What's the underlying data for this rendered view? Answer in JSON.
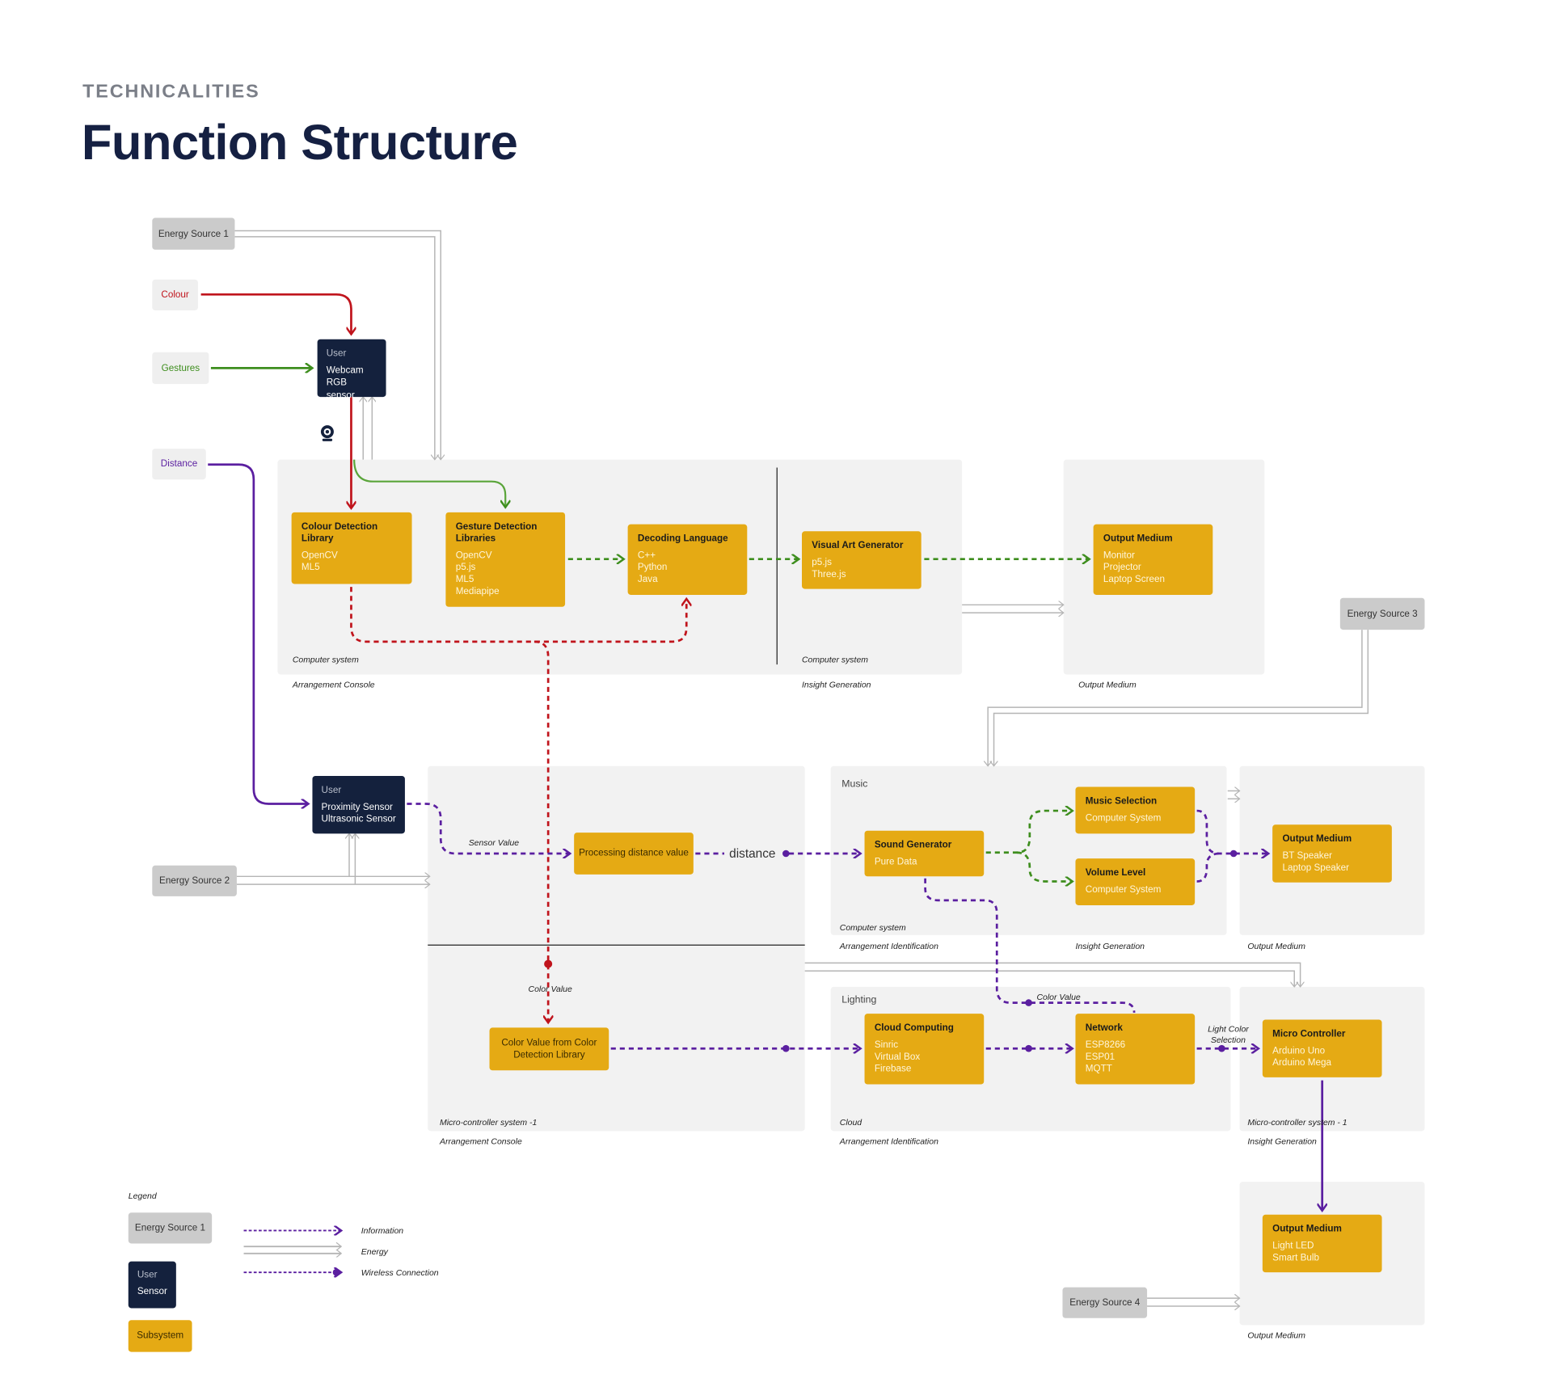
{
  "header": {
    "kicker": "TECHNICALITIES",
    "title": "Function Structure"
  },
  "colors": {
    "subsystem": "#e5aa14",
    "user": "#14213d",
    "energy": "#cbcbcb",
    "panel": "#f2f2f2",
    "information_red": "#c0141c",
    "information_green": "#3e8e1e",
    "information_purple": "#5b1fa0",
    "energy_line": "#b5b5b5"
  },
  "inputs": {
    "energy1": "Energy Source 1",
    "colour": "Colour",
    "gestures": "Gestures",
    "distance": "Distance",
    "energy2": "Energy Source 2",
    "energy3": "Energy Source 3",
    "energy4": "Energy Source 4"
  },
  "users": {
    "webcam": {
      "head": "User",
      "lines": [
        "Webcam",
        "RGB sensor"
      ],
      "icon": "webcam-icon"
    },
    "proximity": {
      "head": "User",
      "lines": [
        "Proximity Sensor",
        "Ultrasonic Sensor"
      ]
    }
  },
  "subsystems": {
    "colour_detection": {
      "title": "Colour Detection Library",
      "lines": [
        "OpenCV",
        "ML5"
      ]
    },
    "gesture_detection": {
      "title": "Gesture Detection Libraries",
      "lines": [
        "OpenCV",
        "p5.js",
        "ML5",
        "Mediapipe"
      ]
    },
    "decoding": {
      "title": "Decoding Language",
      "lines": [
        "C++",
        "Python",
        "Java"
      ]
    },
    "visual_art": {
      "title": "Visual Art Generator",
      "lines": [
        "p5.js",
        "Three.js"
      ]
    },
    "output_visual": {
      "title": "Output Medium",
      "lines": [
        "Monitor",
        "Projector",
        "Laptop Screen"
      ]
    },
    "processing": {
      "title": "Processing distance value"
    },
    "sound": {
      "title": "Sound Generator",
      "lines": [
        "Pure Data"
      ]
    },
    "music_selection": {
      "title": "Music Selection",
      "lines": [
        "Computer System"
      ]
    },
    "volume": {
      "title": "Volume Level",
      "lines": [
        "Computer System"
      ]
    },
    "output_audio": {
      "title": "Output Medium",
      "lines": [
        "BT Speaker",
        "Laptop Speaker"
      ]
    },
    "color_value": {
      "title": "Color Value from Color Detection Library"
    },
    "cloud": {
      "title": "Cloud Computing",
      "lines": [
        "Sinric",
        "Virtual Box",
        "Firebase"
      ]
    },
    "network": {
      "title": "Network",
      "lines": [
        "ESP8266",
        "ESP01",
        "MQTT"
      ]
    },
    "micro": {
      "title": "Micro Controller",
      "lines": [
        "Arduino Uno",
        "Arduino Mega"
      ]
    },
    "output_light": {
      "title": "Output Medium",
      "lines": [
        "Light LED",
        "Smart Bulb"
      ]
    }
  },
  "panel_labels": {
    "p1_system": "Computer system",
    "p1_stage": "Arrangement Console",
    "p2_system": "Computer system",
    "p2_stage": "Insight Generation",
    "p3_stage": "Output Medium",
    "music_title": "Music",
    "music_system": "Computer system",
    "music_stage": "Arrangement Identification",
    "music_stage2": "Insight Generation",
    "audio_out_stage": "Output Medium",
    "mc_system": "Micro-controller system -1",
    "mc_stage": "Arrangement Console",
    "lighting_title": "Lighting",
    "cloud_system": "Cloud",
    "cloud_stage": "Arrangement Identification",
    "mc2_system": "Micro-controller system - 1",
    "mc2_stage": "Insight Generation",
    "light_out_stage": "Output Medium"
  },
  "flow_labels": {
    "sensor_value": "Sensor Value",
    "distance": "distance",
    "color_value_1": "Color Value",
    "color_value_2": "Color Value",
    "light_color_1": "Light Color",
    "light_color_2": "Selection"
  },
  "legend": {
    "title": "Legend",
    "energy": "Energy Source 1",
    "user_head": "User",
    "user_line": "Sensor",
    "subsystem": "Subsystem",
    "information": "Information",
    "energy_line": "Energy",
    "wireless": "Wireless Connection"
  }
}
